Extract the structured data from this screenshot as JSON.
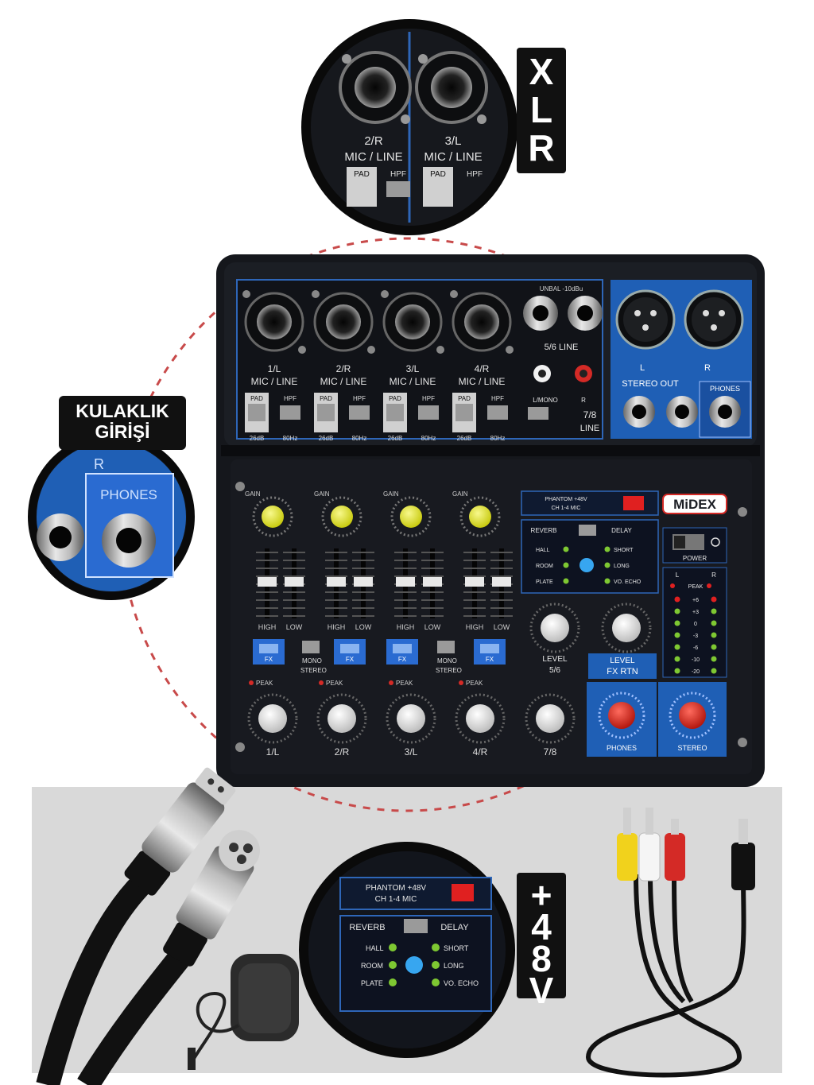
{
  "callouts": {
    "xlr": [
      "X",
      "L",
      "R"
    ],
    "plus48v": [
      "+",
      "4",
      "8",
      "V"
    ],
    "headphone": [
      "KULAKLIK",
      "GİRİŞİ"
    ]
  },
  "zoom_xlr": {
    "ch2": "2/R",
    "ch3": "3/L",
    "mic_line": "MIC / LINE",
    "pad": "PAD",
    "hpf": "HPF"
  },
  "zoom_phones": {
    "r": "R",
    "phones": "PHONES"
  },
  "zoom_phantom": {
    "phantom": "PHANTOM +48V",
    "phantom_sub": "CH 1-4 MIC",
    "reverb": "REVERB",
    "delay": "DELAY",
    "hall": "HALL",
    "room": "ROOM",
    "plate": "PLATE",
    "short": "SHORT",
    "long": "LONG",
    "vo_echo": "VO. ECHO"
  },
  "mixer": {
    "brand": "MiDEX",
    "channels": [
      {
        "label": "1/L",
        "mic_line": "MIC / LINE"
      },
      {
        "label": "2/R",
        "mic_line": "MIC / LINE"
      },
      {
        "label": "3/L",
        "mic_line": "MIC / LINE"
      },
      {
        "label": "4/R",
        "mic_line": "MIC / LINE"
      }
    ],
    "pad": "PAD",
    "pad_value": "26dB",
    "hpf": "HPF",
    "hpf_value": "80Hz",
    "unbal": "UNBAL -10dBu",
    "line56": "5/6 LINE",
    "lmono": "L/MONO",
    "r": "R",
    "l": "L",
    "line78": "7/8",
    "line_word": "LINE",
    "stereo_out": "STEREO OUT",
    "phones": "PHONES",
    "gain": "GAIN",
    "high": "HIGH",
    "low": "LOW",
    "fx": "FX",
    "mono": "MONO",
    "stereo": "STEREO",
    "peak": "PEAK",
    "level": "LEVEL",
    "level56": "5/6",
    "fx_rtn": "FX RTN",
    "power": "POWER",
    "peak_meter": "PEAK",
    "meter_levels": [
      "+6",
      "+3",
      "0",
      "-3",
      "-6",
      "-10",
      "-20"
    ],
    "bottom_knobs": [
      "1/L",
      "2/R",
      "3/L",
      "4/R",
      "7/8"
    ],
    "phantom": "PHANTOM +48V",
    "phantom_sub": "CH 1-4 MIC",
    "reverb": "REVERB",
    "delay": "DELAY",
    "hall": "HALL",
    "room": "ROOM",
    "plate": "PLATE",
    "short": "SHORT",
    "long": "LONG",
    "vo_echo": "VO. ECHO",
    "stereo_knob": "STEREO",
    "phones_knob": "PHONES"
  },
  "colors": {
    "mixer_body": "#15171c",
    "panel_blue": "#1f5fb5",
    "knob_yellow": "#e6e82a",
    "knob_red": "#d42a26",
    "phantom_red": "#e02020",
    "led_green": "#7ec832",
    "dotted_line": "#c84a4a",
    "background_grey": "#d9d9d9"
  }
}
